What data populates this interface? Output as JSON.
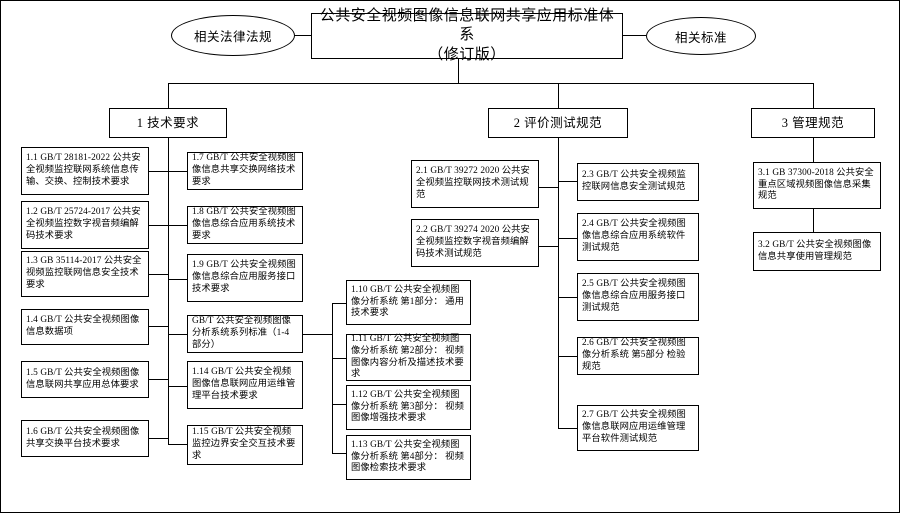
{
  "diagram": {
    "title_box": "公共安全视频图像信息联网共享应用标准体系\n（修订版）",
    "title_line1": "公共安全视频图像信息联网共享应用标准体系",
    "title_line2": "（修订版）",
    "left_ellipse": "相关法律法规",
    "right_ellipse": "相关标准",
    "sections": [
      {
        "id": "sec1",
        "label": "1 技术要求"
      },
      {
        "id": "sec2",
        "label": "2 评价测试规范"
      },
      {
        "id": "sec3",
        "label": "3 管理规范"
      }
    ],
    "section1_col1": [
      {
        "id": "1.1",
        "text": "1.1 GB/T 28181-2022 公共安全视频监控联网系统信息传输、交换、控制技术要求"
      },
      {
        "id": "1.2",
        "text": "1.2 GB/T 25724-2017 公共安全视频监控数字视音频编解码技术要求"
      },
      {
        "id": "1.3",
        "text": "1.3 GB 35114-2017 公共安全视频监控联网信息安全技术要求"
      },
      {
        "id": "1.4",
        "text": "1.4 GB/T 公共安全视频图像信息数据项"
      },
      {
        "id": "1.5",
        "text": "1.5 GB/T 公共安全视频图像信息联网共享应用总体要求"
      },
      {
        "id": "1.6",
        "text": "1.6 GB/T 公共安全视频图像共享交换平台技术要求"
      }
    ],
    "section1_col2": [
      {
        "id": "1.7",
        "text": "1.7 GB/T 公共安全视频图像信息共享交换网络技术要求"
      },
      {
        "id": "1.8",
        "text": "1.8 GB/T 公共安全视频图像信息综合应用系统技术要求"
      },
      {
        "id": "1.9",
        "text": "1.9 GB/T 公共安全视频图像信息综合应用服务接口技术要求"
      },
      {
        "id": "series",
        "text": "GB/T 公共安全视频图像分析系统系列标准（1-4部分）"
      },
      {
        "id": "1.14",
        "text": "1.14 GB/T 公共安全视频图像信息联网应用运维管理平台技术要求"
      },
      {
        "id": "1.15",
        "text": "1.15 GB/T 公共安全视频监控边界安全交互技术要求"
      }
    ],
    "section1_col3": [
      {
        "id": "1.10",
        "text": "1.10 GB/T 公共安全视频图像分析系统 第1部分： 通用技术要求"
      },
      {
        "id": "1.11",
        "text": "1.11 GB/T 公共安全视频图像分析系统 第2部分： 视频图像内容分析及描述技术要求"
      },
      {
        "id": "1.12",
        "text": "1.12 GB/T 公共安全视频图像分析系统 第3部分： 视频图像增强技术要求"
      },
      {
        "id": "1.13",
        "text": "1.13 GB/T 公共安全视频图像分析系统 第4部分： 视频图像检索技术要求"
      }
    ],
    "section2_col1": [
      {
        "id": "2.1",
        "text": "2.1 GB/T 39272 2020 公共安全视频监控联网技术测试规范"
      },
      {
        "id": "2.2",
        "text": "2.2 GB/T 39274 2020 公共安全视频监控数字视音频编解码技术测试规范"
      }
    ],
    "section2_col2": [
      {
        "id": "2.3",
        "text": "2.3 GB/T 公共安全视频监控联网信息安全测试规范"
      },
      {
        "id": "2.4",
        "text": "2.4 GB/T 公共安全视频图像信息综合应用系统软件测试规范"
      },
      {
        "id": "2.5",
        "text": "2.5 GB/T 公共安全视频图像信息综合应用服务接口测试规范"
      },
      {
        "id": "2.6",
        "text": "2.6 GB/T 公共安全视频图像分析系统 第5部分 检验规范"
      },
      {
        "id": "2.7",
        "text": "2.7 GB/T 公共安全视频图像信息联网应用运维管理平台软件测试规范"
      }
    ],
    "section3_col1": [
      {
        "id": "3.1",
        "text": "3.1 GB 37300-2018 公共安全重点区域视频图像信息采集规范"
      },
      {
        "id": "3.2",
        "text": "3.2 GB/T 公共安全视频图像信息共享使用管理规范"
      }
    ]
  }
}
